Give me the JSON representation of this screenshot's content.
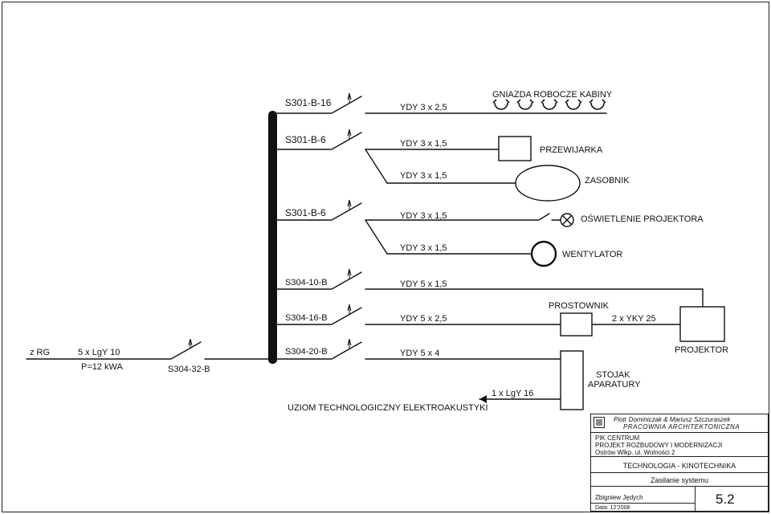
{
  "breakers": [
    {
      "label": "S301-B-16",
      "cable": "YDY 3 x 2,5"
    },
    {
      "label": "S301-B-6",
      "cable": "YDY 3 x 1,5",
      "cable_branch": "YDY 3 x 1,5"
    },
    {
      "label": "S301-B-6",
      "cable": "YDY 3 x 1,5",
      "cable_branch": "YDY 3 x 1,5"
    },
    {
      "label": "S304-10-B",
      "cable": "YDY 5 x 1,5"
    },
    {
      "label": "S304-16-B",
      "cable": "YDY 5 x 2,5"
    },
    {
      "label": "S304-20-B",
      "cable": "YDY 5 x 4"
    }
  ],
  "loads": {
    "sockets": "GNIAZDA ROBOCZE KABINY",
    "cutter": "PRZEWIJARKA",
    "tank": "ZASOBNIK",
    "projector_light": "OŚWIETLENIE PROJEKTORA",
    "fan": "WENTYLATOR",
    "rectifier": "PROSTOWNIK",
    "rectifier_cable": "2 x YKY 25",
    "projector": "PROJEKTOR",
    "rack_line1": "STOJAK",
    "rack_line2": "APARATURY"
  },
  "supply": {
    "source": "z RG",
    "cable": "5 x LgY 10",
    "power": "P=12 kWA",
    "main_breaker": "S304-32-B"
  },
  "earthing": {
    "cable": "1 x LgY 16",
    "label": "UZIOM TECHNOLOGICZNY ELEKTROAKUSTYKI"
  },
  "title_block": {
    "authors": "Piotr Dominiczak & Mariusz Szczuraszek",
    "studio": "PRACOWNIA ARCHITEKTONICZNA",
    "project_line1": "PIK CENTRUM",
    "project_line2": "PROJEKT ROZBUDOWY I MODERNIZACJI",
    "project_line3": "Ostrów Wlkp. ul. Wolności 2",
    "discipline": "TECHNOLOGIA - KINOTECHNIKA",
    "drawing_title": "Zasilanie systemu",
    "designer": "Zbigniew Jędych",
    "sheet_number": "5.2",
    "date": "Data: 12'2008"
  }
}
